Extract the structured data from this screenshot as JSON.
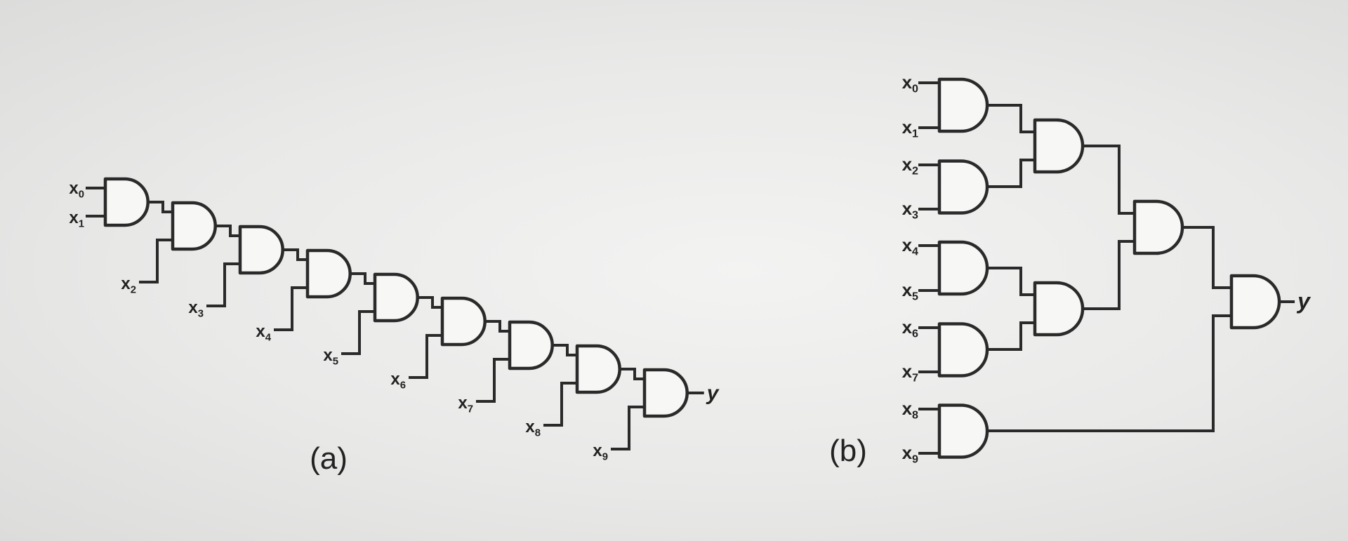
{
  "diagram_a": {
    "caption": "(a)",
    "inputs": [
      {
        "base": "x",
        "sub": "0"
      },
      {
        "base": "x",
        "sub": "1"
      },
      {
        "base": "x",
        "sub": "2"
      },
      {
        "base": "x",
        "sub": "3"
      },
      {
        "base": "x",
        "sub": "4"
      },
      {
        "base": "x",
        "sub": "5"
      },
      {
        "base": "x",
        "sub": "6"
      },
      {
        "base": "x",
        "sub": "7"
      },
      {
        "base": "x",
        "sub": "8"
      },
      {
        "base": "x",
        "sub": "9"
      }
    ],
    "output": "y"
  },
  "diagram_b": {
    "caption": "(b)",
    "inputs": [
      {
        "base": "x",
        "sub": "0"
      },
      {
        "base": "x",
        "sub": "1"
      },
      {
        "base": "x",
        "sub": "2"
      },
      {
        "base": "x",
        "sub": "3"
      },
      {
        "base": "x",
        "sub": "4"
      },
      {
        "base": "x",
        "sub": "5"
      },
      {
        "base": "x",
        "sub": "6"
      },
      {
        "base": "x",
        "sub": "7"
      },
      {
        "base": "x",
        "sub": "8"
      },
      {
        "base": "x",
        "sub": "9"
      }
    ],
    "output": "y"
  }
}
